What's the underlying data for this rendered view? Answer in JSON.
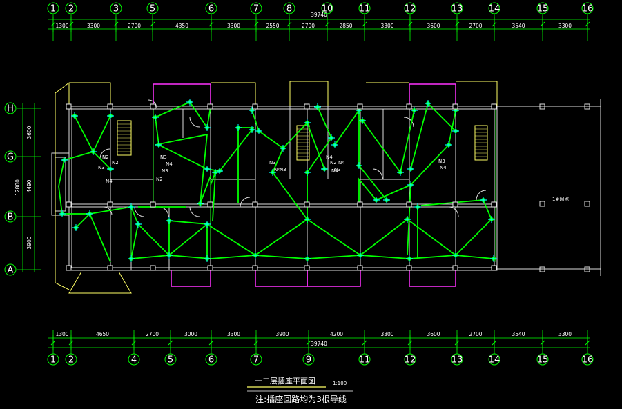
{
  "top_axes": [
    "1",
    "2",
    "3",
    "5",
    "6",
    "7",
    "8",
    "10",
    "11",
    "12",
    "13",
    "14",
    "15",
    "16"
  ],
  "bottom_axes": [
    "1",
    "2",
    "4",
    "5",
    "6",
    "7",
    "9",
    "11",
    "12",
    "13",
    "14",
    "15",
    "16"
  ],
  "left_axes": [
    "H",
    "G",
    "B",
    "A"
  ],
  "top_dims": [
    "1300",
    "3300",
    "2700",
    "4350",
    "3300",
    "2550",
    "2700",
    "2850",
    "3300",
    "3600",
    "2700",
    "3540",
    "3300"
  ],
  "bottom_dims": [
    "1300",
    "4650",
    "2700",
    "3000",
    "3300",
    "3900",
    "4200",
    "3300",
    "3600",
    "2700",
    "3540",
    "3300"
  ],
  "total_dim": "39740",
  "left_dims": [
    "3600",
    "4490",
    "3900"
  ],
  "left_total_dim": "12800",
  "room_tags": [
    "N2",
    "N3",
    "N4",
    "N3",
    "N4",
    "N2",
    "N3",
    "N4",
    "N3",
    "N4",
    "N2",
    "N3",
    "N4",
    "N3",
    "N4",
    "N2",
    "N3",
    "N4"
  ],
  "gate_label": "1#网点",
  "title": "一二层插座平面图",
  "scale": "1:100",
  "note": "注:插座回路均为3根导线",
  "colors": {
    "wire": "#00ff00",
    "wall": "#dddddd",
    "stair": "#ffff66",
    "balcony": "#ff33ff",
    "axis": "#00ff00"
  }
}
